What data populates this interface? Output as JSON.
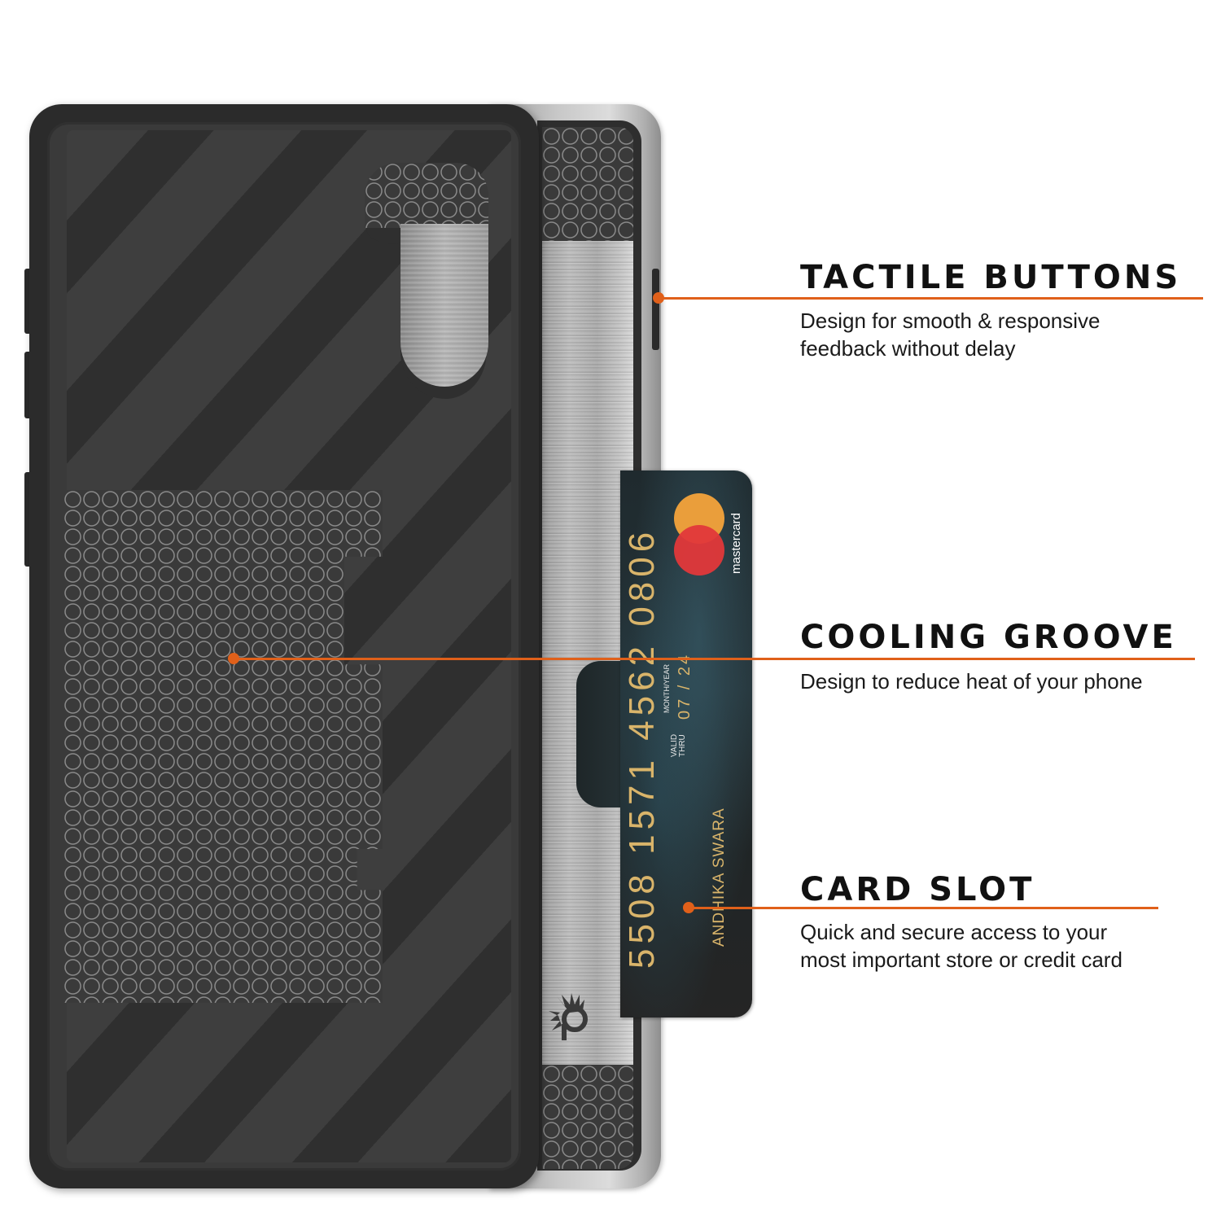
{
  "features": [
    {
      "title": "TACTILE BUTTONS",
      "description_lines": [
        "Design for smooth & responsive",
        "feedback without delay"
      ]
    },
    {
      "title": "COOLING GROOVE",
      "description_lines": [
        "Design to reduce heat of your phone"
      ]
    },
    {
      "title": "CARD SLOT",
      "description_lines": [
        "Quick and secure access to your",
        "most important store or credit card"
      ]
    }
  ],
  "card": {
    "number": "5508 1571 4562 0806",
    "valid_label_1": "VALID",
    "valid_label_2": "THRU",
    "month_year_label": "MONTH/YEAR",
    "expiry": "07 / 24",
    "holder": "ANDHIKA SWARA",
    "brand": "mastercard"
  },
  "colors": {
    "accent": "#e0601a",
    "case_black": "#2b2b2b",
    "case_silver": "#c8c8c8",
    "card_gold_text": "#d9b46a",
    "mastercard_orange": "#ea9e3b",
    "mastercard_red": "#e2383a"
  },
  "icons": {
    "brand_logo": "punkcase-sunburst-logo-icon",
    "callout_marker": "orange-dot-icon"
  }
}
